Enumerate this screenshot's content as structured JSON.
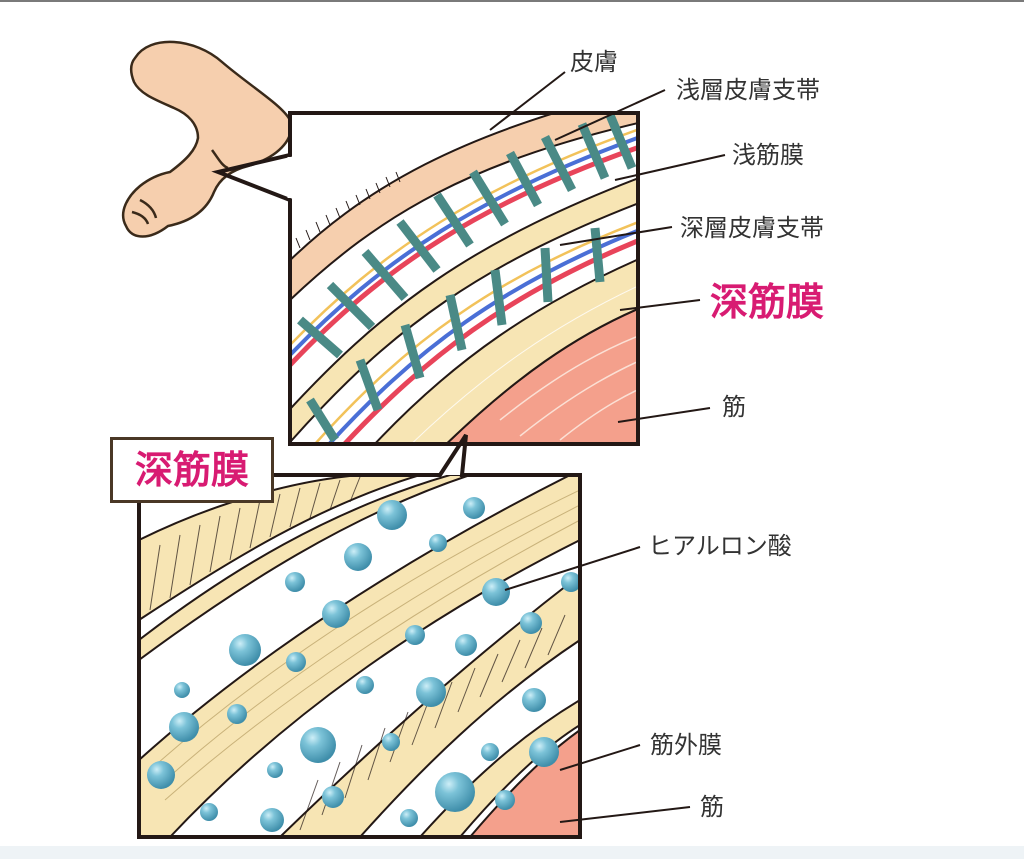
{
  "diagram": {
    "labels": {
      "skin": "皮膚",
      "superficial_retinaculum": "浅層皮膚支帯",
      "superficial_fascia": "浅筋膜",
      "deep_retinaculum": "深層皮膚支帯",
      "deep_fascia": "深筋膜",
      "muscle_upper": "筋",
      "hyaluronic_acid": "ヒアルロン酸",
      "epimysium": "筋外膜",
      "muscle_lower": "筋"
    },
    "detail_title": "深筋膜"
  },
  "colors": {
    "accent": "#d81b72",
    "outline": "#231815",
    "skin": "#f6cfae",
    "fascia": "#f7e5b4",
    "retinaculum": "#4a8a86",
    "vessel_red": "#e8445a",
    "vessel_blue": "#4a6fd6",
    "nerve_yellow": "#f2c25a",
    "muscle": "#f4a08c",
    "hyaluronic": "#5aa9c4"
  }
}
